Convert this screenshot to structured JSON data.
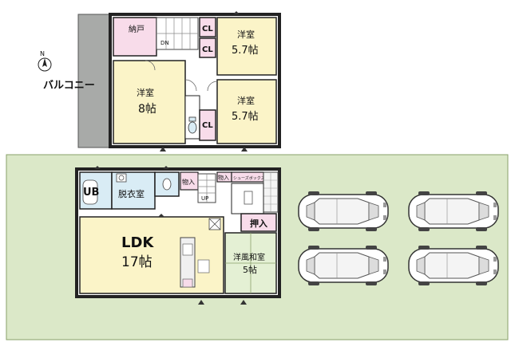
{
  "second_floor": {
    "balcony": "バルコニー",
    "closet_storage": "納戸",
    "dn_mark": "DN",
    "cl_top_1": "CL",
    "cl_top_2": "CL",
    "room_ne_name": "洋室",
    "room_ne_size": "5.7帖",
    "room_w_name": "洋室",
    "room_w_size": "8帖",
    "room_se_name": "洋室",
    "room_se_size": "5.7帖",
    "cl_mid": "CL"
  },
  "first_floor": {
    "ub": "UB",
    "dressing": "脱衣室",
    "storage_1": "物入",
    "storage_2": "物入",
    "shoe_box": "シューズボックス",
    "up_mark": "UP",
    "oshiire": "押入",
    "ldk_name": "LDK",
    "ldk_size": "17帖",
    "washitsu_name": "洋風和室",
    "washitsu_size": "5帖"
  },
  "compass": {
    "north": "N"
  },
  "colors": {
    "lot": "#dbe8c8",
    "lot_border": "#8aa06a",
    "room_yellow": "#fbf4c8",
    "closet_pink": "#f8dcea",
    "wet_blue": "#d9ecf5",
    "tatami_green": "#e4f0d4",
    "balcony_gray": "#a8aaa8",
    "wall": "#222222"
  }
}
